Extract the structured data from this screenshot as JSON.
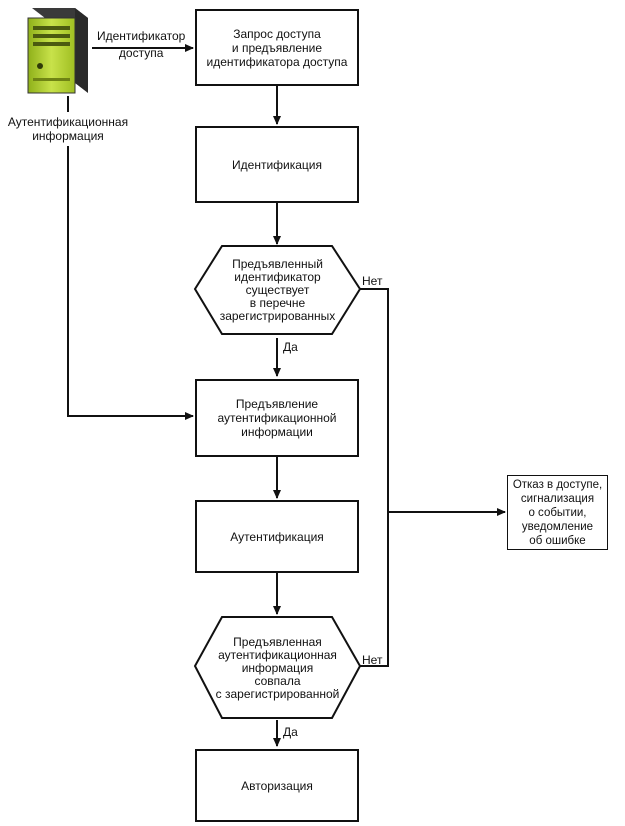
{
  "server": {
    "icon": "server-icon",
    "body_color": "#b6d62c",
    "label": "Аутентификационная\nинформация"
  },
  "edges": {
    "identifier_label": "Идентификатор\nдоступа",
    "yes_label_1": "Да",
    "no_label_1": "Нет",
    "yes_label_2": "Да",
    "no_label_2": "Нет"
  },
  "nodes": {
    "request_access": "Запрос доступа\nи предъявление\nидентификатора доступа",
    "identification": "Идентификация",
    "decision_identifier": "Предъявленный\nидентификатор\nсуществует\nв перечне\nзарегистрированных",
    "present_auth": "Предъявление\nаутентификационной\nинформации",
    "authentication": "Аутентификация",
    "decision_auth": "Предъявленная\nаутентификационная\nинформация\nсовпала\nс зарегистрированной",
    "authorization": "Авторизация",
    "denial": "Отказ в доступе,\nсигнализация\nо событии,\nуведомление\nоб ошибке"
  }
}
